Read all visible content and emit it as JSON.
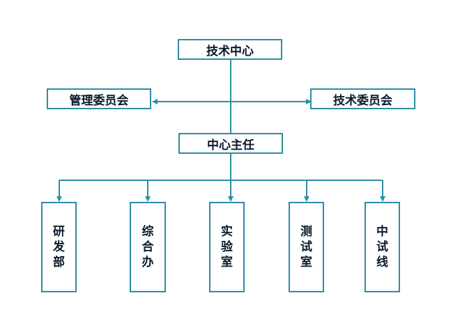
{
  "org_chart": {
    "top": "技术中心",
    "left_committee": "管理委员会",
    "right_committee": "技术委员会",
    "director": "中心主任",
    "departments": [
      "研发部",
      "综合办",
      "实验室",
      "测试室",
      "中试线"
    ]
  },
  "colors": {
    "line": "#2b8ea5",
    "box_border": "#2b8ea5",
    "text": "#0b1a2c"
  }
}
